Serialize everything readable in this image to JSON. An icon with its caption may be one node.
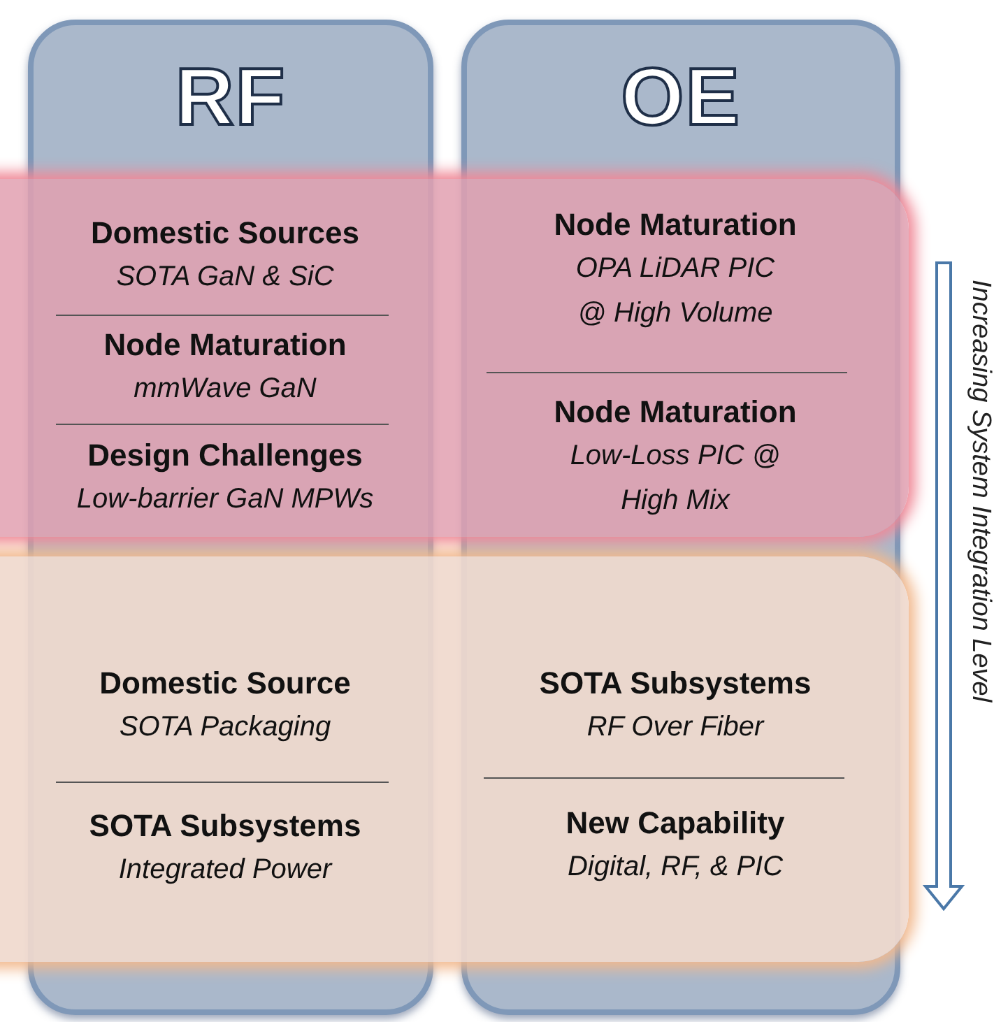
{
  "diagram": {
    "nodes": [
      {
        "text": [
          "RF"
        ]
      },
      {
        "text": [
          "OE"
        ]
      },
      {
        "text": [],
        "shape": "box"
      },
      {
        "text": [],
        "shape": "box"
      },
      {
        "text": [
          "Domestic Sources",
          "SOTA GaN & SiC"
        ]
      },
      {
        "text": [
          "Node Maturation",
          "mmWave GaN"
        ]
      },
      {
        "text": [
          "Design Challenges",
          "Low-barrier GaN MPWs"
        ]
      },
      {
        "text": [
          "Node Maturation",
          "OPA LiDAR PIC @ High Volume"
        ]
      },
      {
        "text": [
          "Node Maturation",
          "Low-Loss PIC @ High Mix"
        ]
      },
      {
        "text": [
          "Domestic Source",
          "SOTA Packaging"
        ]
      },
      {
        "text": [
          "SOTA Subsystems",
          "RF Over Fiber"
        ]
      },
      {
        "text": [
          "SOTA Subsystems",
          "Integrated Power"
        ]
      },
      {
        "text": [
          "New Capability",
          "Digital, RF, & PIC"
        ]
      }
    ],
    "labels": [
      "Increasing System Integration Level"
    ]
  }
}
